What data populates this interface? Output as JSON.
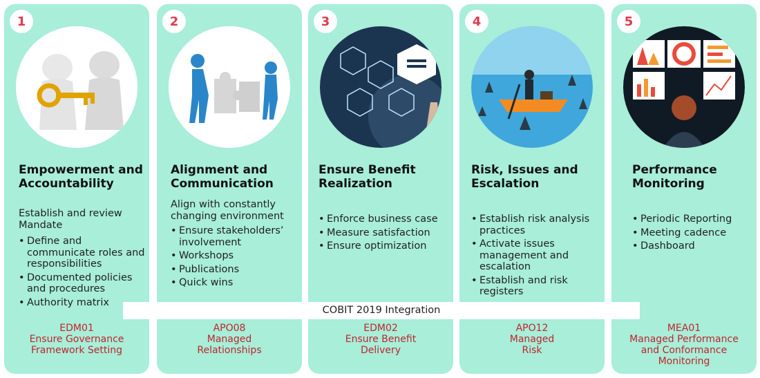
{
  "band_label": "COBIT 2019 Integration",
  "colors": {
    "card_bg": "#a8eed8",
    "badge_text": "#e03a4e",
    "code_text": "#c0252f"
  },
  "cards": [
    {
      "number": "1",
      "image": "key-handover-illustration",
      "title": "Empowerment and Accountability",
      "description": "Establish and review Mandate",
      "bullets": [
        "Define and communicate roles and responsibilities",
        "Documented policies and procedures",
        "Authority matrix"
      ],
      "code": "EDM01",
      "code_lines": [
        "Ensure Governance",
        "Framework Setting"
      ]
    },
    {
      "number": "2",
      "image": "puzzle-team-illustration",
      "title": "Alignment and Communication",
      "description": "Align with constantly changing environment",
      "bullets": [
        "Ensure stakeholders’ involvement",
        "Workshops",
        "Publications",
        "Quick wins"
      ],
      "code": "APO08",
      "code_lines": [
        "Managed",
        "Relationships"
      ]
    },
    {
      "number": "3",
      "image": "project-management-illustration",
      "title": "Ensure Benefit Realization",
      "description": "",
      "bullets": [
        "Enforce business case",
        "Measure satisfaction",
        "Ensure optimization"
      ],
      "code": "EDM02",
      "code_lines": [
        "Ensure Benefit",
        "Delivery"
      ]
    },
    {
      "number": "4",
      "image": "boat-sharks-illustration",
      "title": "Risk, Issues and Escalation",
      "description": "",
      "bullets": [
        "Establish risk analysis practices",
        "Activate issues management and escalation",
        "Establish and risk registers"
      ],
      "code": "APO12",
      "code_lines": [
        "Managed",
        "Risk"
      ]
    },
    {
      "number": "5",
      "image": "dashboard-monitor-illustration",
      "title": "Performance Monitoring",
      "description": "",
      "bullets": [
        "Periodic Reporting",
        "Meeting cadence",
        "Dashboard"
      ],
      "code": "MEA01",
      "code_lines": [
        "Managed Performance",
        "and Conformance",
        "Monitoring"
      ]
    }
  ]
}
